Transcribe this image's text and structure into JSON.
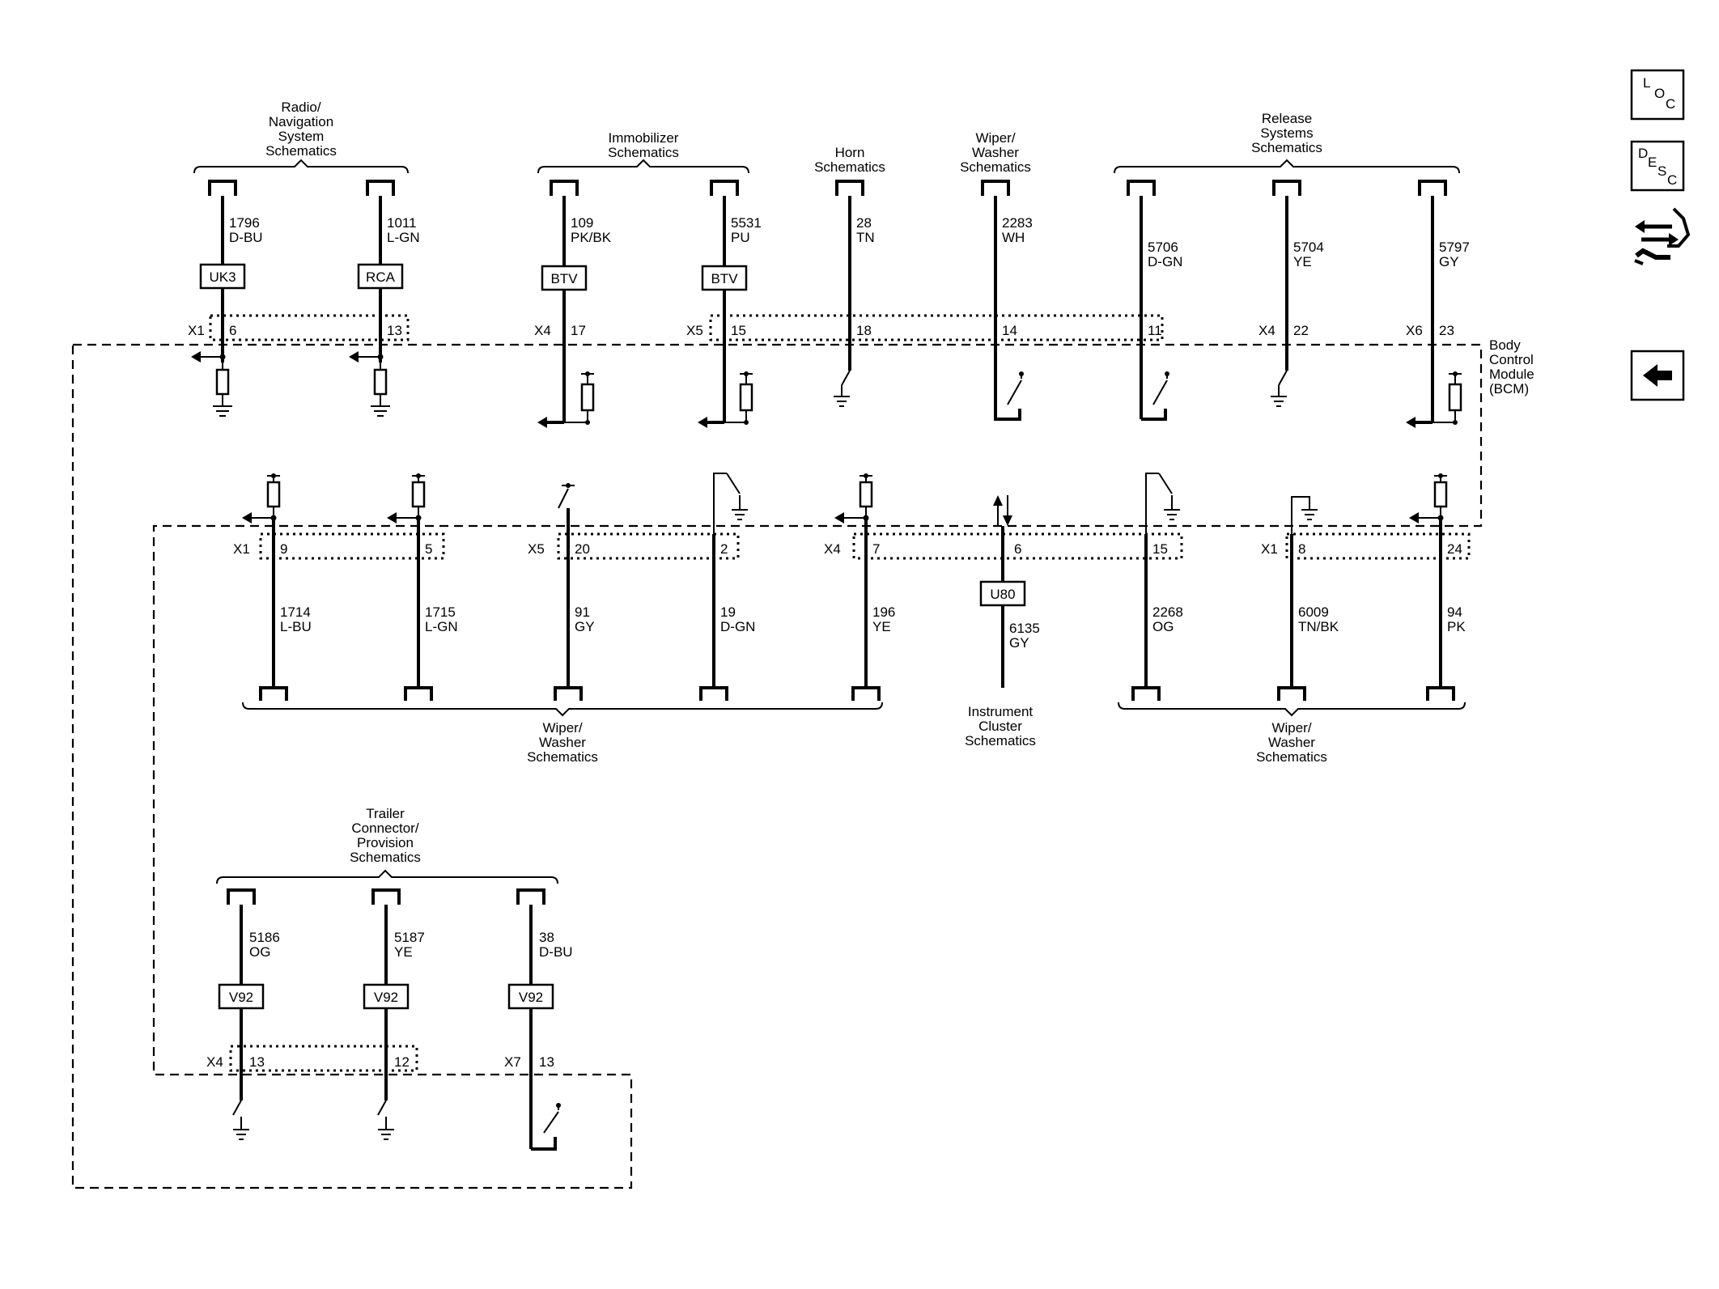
{
  "groups": {
    "radio_nav": [
      "Radio/",
      "Navigation",
      "System",
      "Schematics"
    ],
    "immobilizer": [
      "Immobilizer",
      "Schematics"
    ],
    "horn": [
      "Horn",
      "Schematics"
    ],
    "wiper_washer_top": [
      "Wiper/",
      "Washer",
      "Schematics"
    ],
    "release_systems": [
      "Release",
      "Systems",
      "Schematics"
    ],
    "wiper_washer_bottom_left": [
      "Wiper/",
      "Washer",
      "Schematics"
    ],
    "instrument_cluster": [
      "Instrument",
      "Cluster",
      "Schematics"
    ],
    "wiper_washer_bottom_right": [
      "Wiper/",
      "Washer",
      "Schematics"
    ],
    "trailer": [
      "Trailer",
      "Connector/",
      "Provision",
      "Schematics"
    ]
  },
  "module": [
    "Body",
    "Control",
    "Module",
    "(BCM)"
  ],
  "top_wires": [
    {
      "circuit": "1796",
      "color": "D-BU",
      "connector": "X1",
      "pin": "6",
      "splice": "UK3"
    },
    {
      "circuit": "1011",
      "color": "L-GN",
      "connector": "",
      "pin": "13",
      "splice": "RCA"
    },
    {
      "circuit": "109",
      "color": "PK/BK",
      "connector": "X4",
      "pin": "17",
      "splice": "BTV"
    },
    {
      "circuit": "5531",
      "color": "PU",
      "connector": "X5",
      "pin": "15",
      "splice": "BTV"
    },
    {
      "circuit": "28",
      "color": "TN",
      "connector": "",
      "pin": "18"
    },
    {
      "circuit": "2283",
      "color": "WH",
      "connector": "",
      "pin": "14"
    },
    {
      "circuit": "5706",
      "color": "D-GN",
      "connector": "",
      "pin": "11"
    },
    {
      "circuit": "5704",
      "color": "YE",
      "connector": "X4",
      "pin": "22"
    },
    {
      "circuit": "5797",
      "color": "GY",
      "connector": "X6",
      "pin": "23"
    }
  ],
  "middle_wires": [
    {
      "circuit": "1714",
      "color": "L-BU",
      "connector": "X1",
      "pin": "9"
    },
    {
      "circuit": "1715",
      "color": "L-GN",
      "connector": "",
      "pin": "5"
    },
    {
      "circuit": "91",
      "color": "GY",
      "connector": "X5",
      "pin": "20"
    },
    {
      "circuit": "19",
      "color": "D-GN",
      "connector": "",
      "pin": "2"
    },
    {
      "circuit": "196",
      "color": "YE",
      "connector": "X4",
      "pin": "7"
    },
    {
      "circuit": "6135",
      "color": "GY",
      "connector": "",
      "pin": "6",
      "splice": "U80"
    },
    {
      "circuit": "2268",
      "color": "OG",
      "connector": "",
      "pin": "15"
    },
    {
      "circuit": "6009",
      "color": "TN/BK",
      "connector": "X1",
      "pin": "8"
    },
    {
      "circuit": "94",
      "color": "PK",
      "connector": "",
      "pin": "24"
    }
  ],
  "bottom_wires": [
    {
      "circuit": "5186",
      "color": "OG",
      "connector": "X4",
      "pin": "13",
      "splice": "V92"
    },
    {
      "circuit": "5187",
      "color": "YE",
      "connector": "",
      "pin": "12",
      "splice": "V92"
    },
    {
      "circuit": "38",
      "color": "D-BU",
      "connector": "X7",
      "pin": "13",
      "splice": "V92"
    }
  ],
  "side": {
    "loc": [
      "L",
      "O",
      "C"
    ],
    "desc": [
      "D",
      "E",
      "S",
      "C"
    ]
  },
  "icons": [
    "loc-icon",
    "desc-icon",
    "connector-tool-icon",
    "back-arrow-icon"
  ]
}
